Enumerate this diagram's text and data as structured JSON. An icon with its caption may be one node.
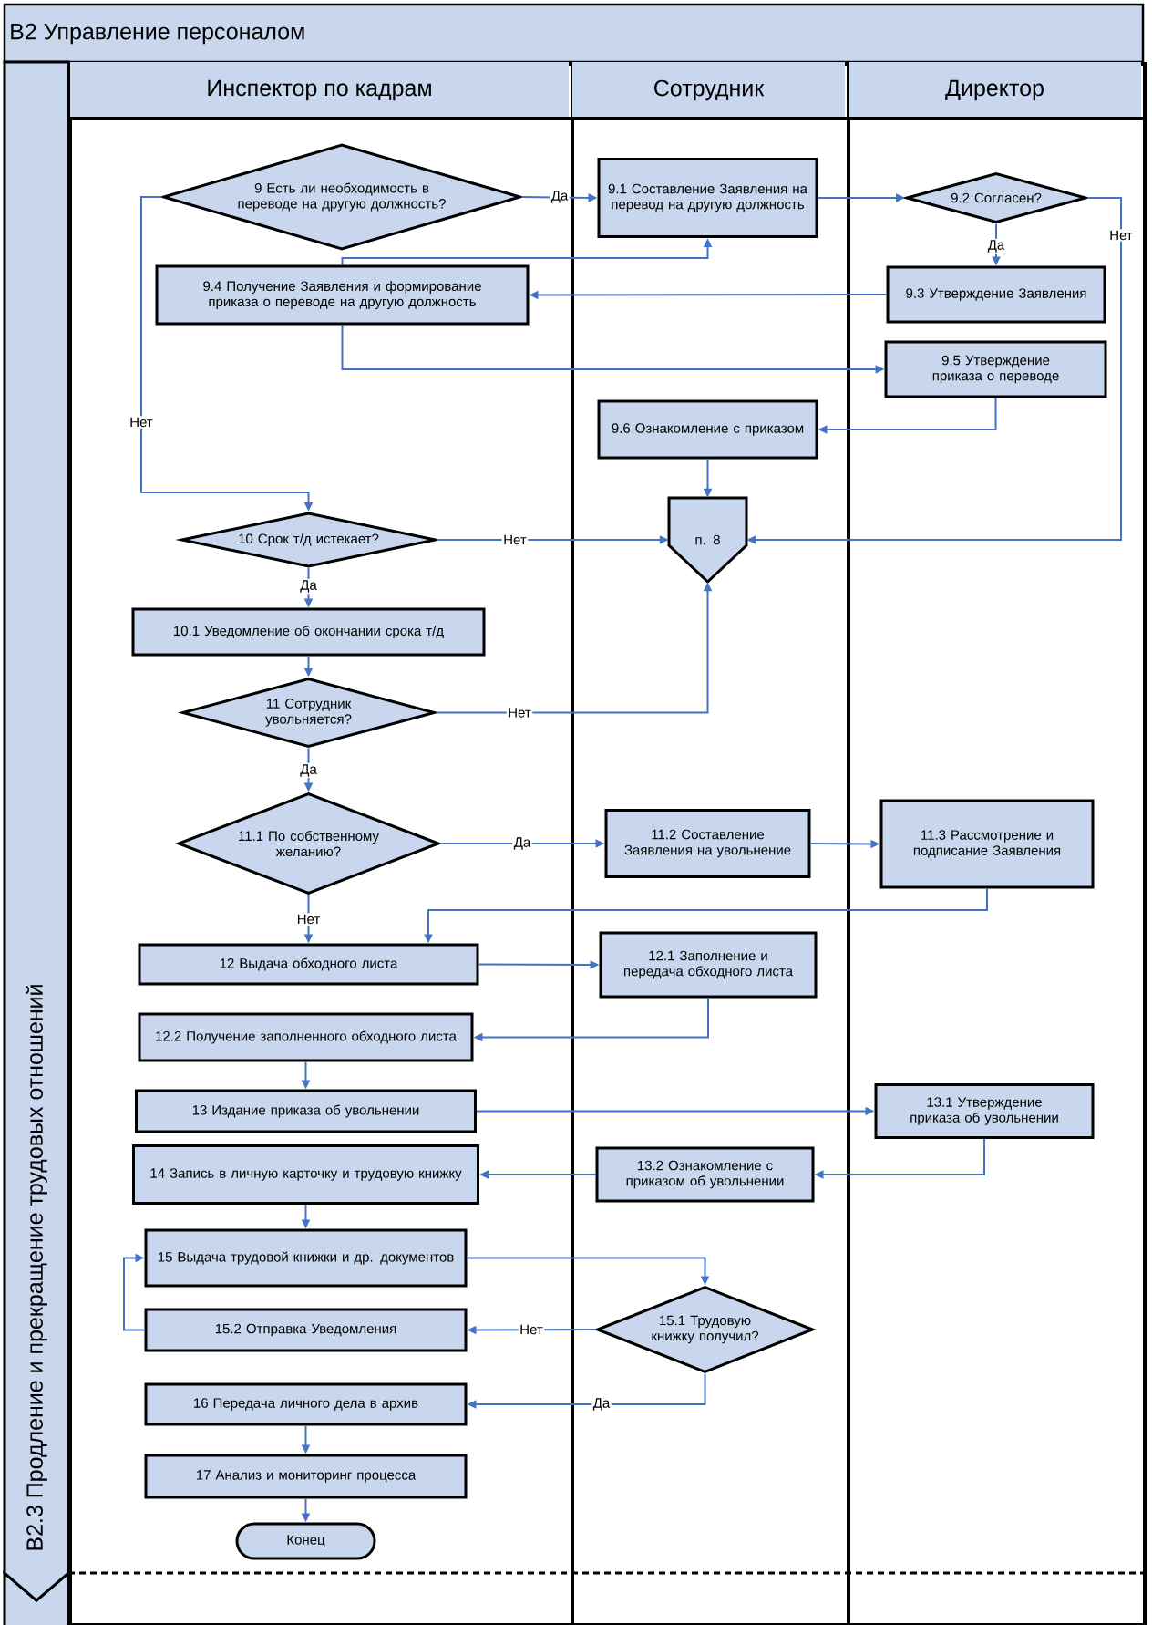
{
  "diagram": {
    "title": "B2 Управление персоналом",
    "nodes": [
      {
        "text": [
          "Инспектор по кадрам"
        ]
      },
      {
        "text": [
          "Сотрудник"
        ]
      },
      {
        "text": [
          "Директор"
        ]
      },
      {
        "text": [
          "B2.3 Продление и прекращение трудовых отношений"
        ]
      },
      {
        "text": [
          "9 Есть ли необходимость в переводе на другую должность?"
        ],
        "in": 0
      },
      {
        "text": [
          "9.1 Составление Заявления на перевод на другую должность"
        ],
        "in": 1
      },
      {
        "text": [
          "9.2 Согласен?"
        ],
        "in": 2
      },
      {
        "text": [
          "9.3 Утверждение Заявления"
        ],
        "in": 2
      },
      {
        "text": [
          "9.4 Получение Заявления и формирование приказа о переводе на другую должность"
        ],
        "in": 0
      },
      {
        "text": [
          "9.5 Утверждение приказа о переводе"
        ],
        "in": 2
      },
      {
        "text": [
          "9.6 Ознакомление с приказом"
        ],
        "in": 1
      },
      {
        "text": [
          "п. 8"
        ],
        "in": 1
      },
      {
        "text": [
          "10 Срок т/д истекает?"
        ],
        "in": 0
      },
      {
        "text": [
          "10.1 Уведомление об окончании срока т/д"
        ],
        "in": 0
      },
      {
        "text": [
          "11 Сотрудник увольняется?"
        ],
        "in": 0
      },
      {
        "text": [
          "11.1 По собственному желанию?"
        ],
        "in": 0
      },
      {
        "text": [
          "11.2 Составление Заявления на увольнение"
        ],
        "in": 1
      },
      {
        "text": [
          "11.3 Рассмотрение и подписание Заявления"
        ],
        "in": 2
      },
      {
        "text": [
          "12 Выдача обходного листа"
        ],
        "in": 0
      },
      {
        "text": [
          "12.1 Заполнение и передача обходного листа"
        ],
        "in": 1
      },
      {
        "text": [
          "12.2 Получение заполненного обходного листа"
        ],
        "in": 0
      },
      {
        "text": [
          "13 Издание приказа об увольнении"
        ],
        "in": 0
      },
      {
        "text": [
          "13.1 Утверждение приказа об увольнении"
        ],
        "in": 2
      },
      {
        "text": [
          "13.2 Ознакомление с приказом об увольнении"
        ],
        "in": 1
      },
      {
        "text": [
          "14 Запись в личную карточку и трудовую книжку"
        ],
        "in": 0
      },
      {
        "text": [
          "15 Выдача трудовой книжки и др. документов"
        ],
        "in": 0
      },
      {
        "text": [
          "15.1 Трудовую книжку получил?"
        ],
        "in": 1
      },
      {
        "text": [
          "15.2 Отправка Уведомления"
        ],
        "in": 0
      },
      {
        "text": [
          "16 Передача личного дела в архив"
        ],
        "in": 0
      },
      {
        "text": [
          "17 Анализ и мониторинг процесса"
        ],
        "in": 0
      },
      {
        "text": [
          "Конец"
        ],
        "in": 0
      }
    ],
    "edges": [
      {
        "from": 4,
        "to": 5,
        "arrow": "to",
        "label": "Да"
      },
      {
        "from": 4,
        "to": 12,
        "arrow": "to",
        "label": "Нет"
      },
      {
        "from": 5,
        "to": 6,
        "arrow": "to"
      },
      {
        "from": 6,
        "to": 7,
        "arrow": "to",
        "label": "Да"
      },
      {
        "from": 6,
        "to": 11,
        "arrow": "to",
        "label": "Нет"
      },
      {
        "from": 7,
        "to": 8,
        "arrow": "to"
      },
      {
        "from": 8,
        "to": 5,
        "arrow": "to"
      },
      {
        "from": 8,
        "to": 9,
        "arrow": "to"
      },
      {
        "from": 9,
        "to": 10,
        "arrow": "to"
      },
      {
        "from": 10,
        "to": 11,
        "arrow": "to"
      },
      {
        "from": 12,
        "to": 11,
        "arrow": "to",
        "label": "Нет"
      },
      {
        "from": 12,
        "to": 13,
        "arrow": "to",
        "label": "Да"
      },
      {
        "from": 13,
        "to": 14,
        "arrow": "to"
      },
      {
        "from": 14,
        "to": 11,
        "arrow": "to",
        "label": "Нет"
      },
      {
        "from": 14,
        "to": 15,
        "arrow": "to",
        "label": "Да"
      },
      {
        "from": 15,
        "to": 16,
        "arrow": "to",
        "label": "Да"
      },
      {
        "from": 15,
        "to": 18,
        "arrow": "to",
        "label": "Нет"
      },
      {
        "from": 16,
        "to": 17,
        "arrow": "to"
      },
      {
        "from": 17,
        "to": 18,
        "arrow": "to"
      },
      {
        "from": 18,
        "to": 19,
        "arrow": "to"
      },
      {
        "from": 19,
        "to": 20,
        "arrow": "to"
      },
      {
        "from": 20,
        "to": 21,
        "arrow": "to"
      },
      {
        "from": 21,
        "to": 22,
        "arrow": "to"
      },
      {
        "from": 22,
        "to": 23,
        "arrow": "to"
      },
      {
        "from": 23,
        "to": 24,
        "arrow": "to"
      },
      {
        "from": 24,
        "to": 25,
        "arrow": "to"
      },
      {
        "from": 25,
        "to": 26,
        "arrow": "to"
      },
      {
        "from": 26,
        "to": 27,
        "arrow": "to",
        "label": "Нет"
      },
      {
        "from": 27,
        "to": 25,
        "arrow": "to"
      },
      {
        "from": 26,
        "to": 28,
        "arrow": "to",
        "label": "Да"
      },
      {
        "from": 28,
        "to": 29,
        "arrow": "to"
      },
      {
        "from": 29,
        "to": 30,
        "arrow": "to"
      }
    ]
  }
}
